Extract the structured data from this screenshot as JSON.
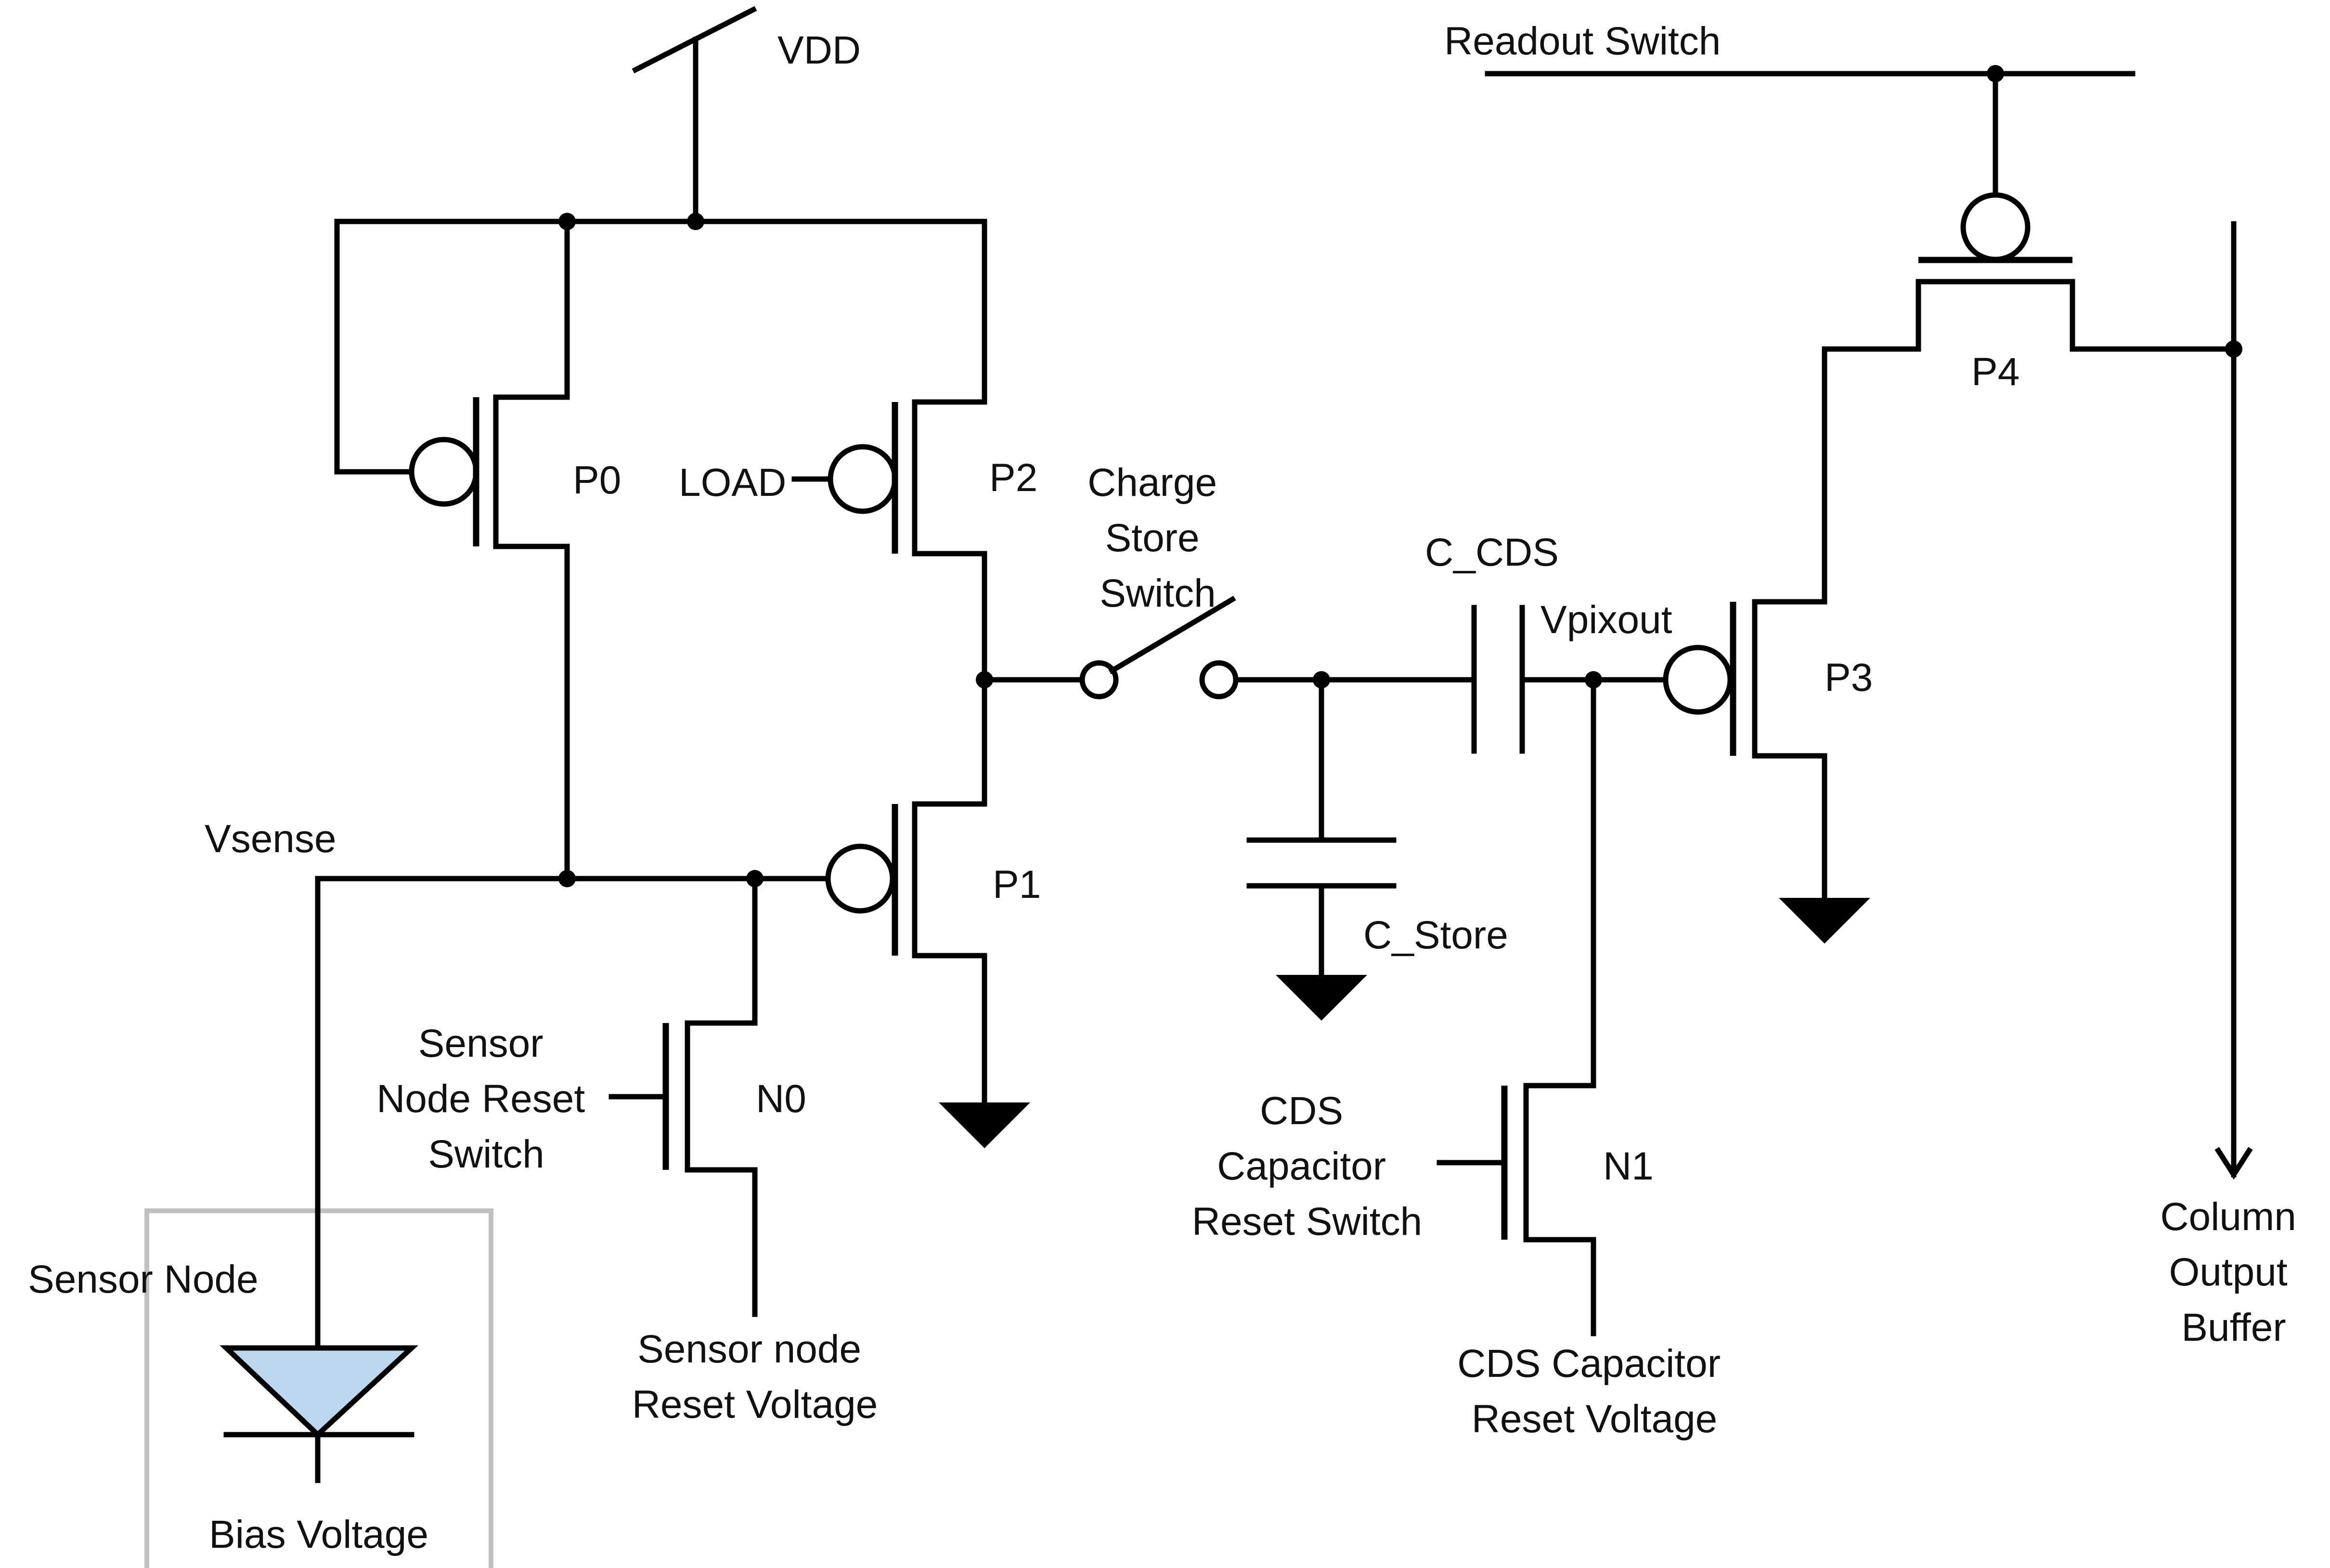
{
  "labels": {
    "vdd": "VDD",
    "readout_switch": "Readout Switch",
    "p0": "P0",
    "p1": "P1",
    "p2": "P2",
    "p3": "P3",
    "p4": "P4",
    "n0": "N0",
    "n1": "N1",
    "load": "LOAD",
    "charge_store_switch": [
      "Charge",
      "Store",
      "Switch"
    ],
    "c_cds": "C_CDS",
    "vpixout": "Vpixout",
    "c_store": "C_Store",
    "vsense": "Vsense",
    "sensor_node_reset_switch": [
      "Sensor",
      "Node Reset",
      "Switch"
    ],
    "sensor_node": "Sensor Node",
    "sensor_node_reset_voltage": [
      "Sensor node",
      "Reset Voltage"
    ],
    "bias_voltage": "Bias Voltage",
    "cds_capacitor_reset_switch": [
      "CDS",
      "Capacitor",
      "Reset Switch"
    ],
    "cds_capacitor_reset_voltage": [
      "CDS Capacitor",
      "Reset Voltage"
    ],
    "column_output_buffer": [
      "Column",
      "Output",
      "Buffer"
    ]
  },
  "colors": {
    "wire": "#000000",
    "diode_fill": "#bdd7ee",
    "sensor_box": "#bfbfbf"
  }
}
